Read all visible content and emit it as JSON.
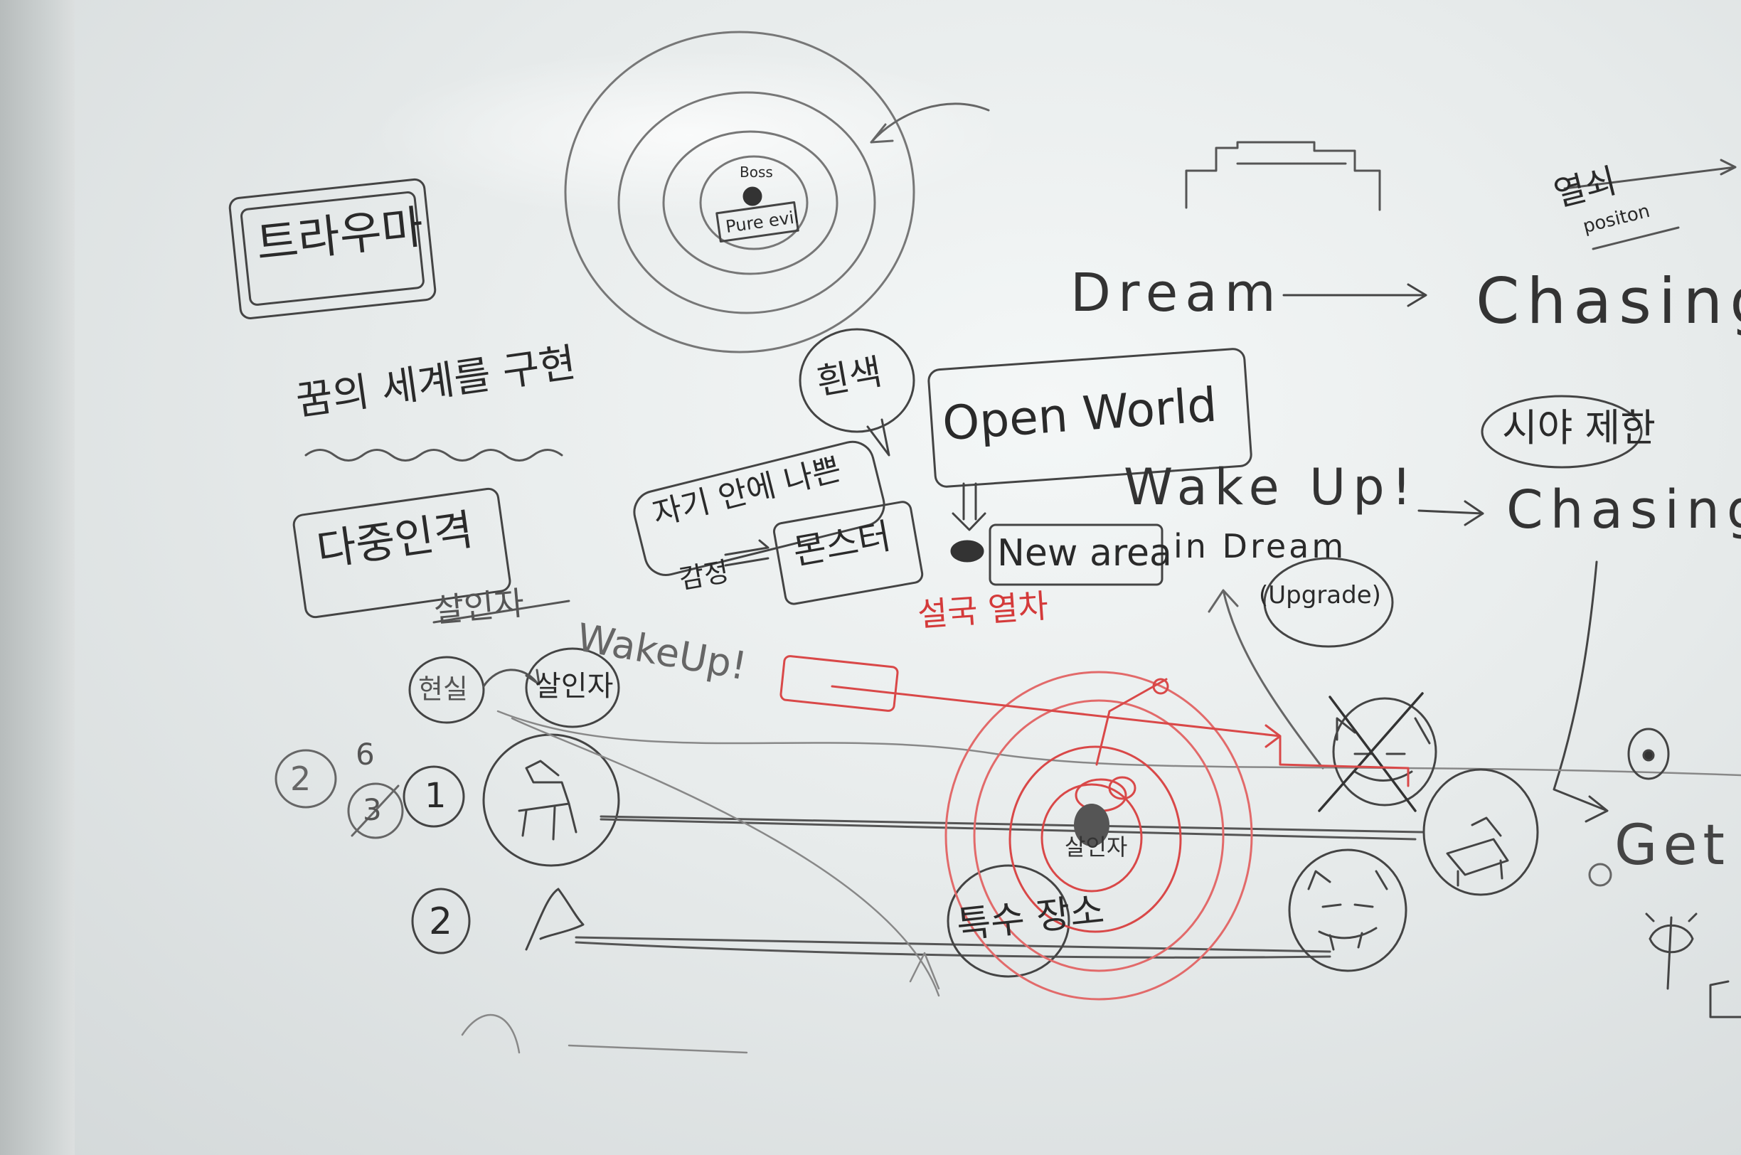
{
  "labels": {
    "trauma": "트라우마",
    "dream_world": "꿈의 세계를 구현",
    "multiple_personality": "다중인격",
    "murderer_struck": "살인자",
    "reality": "현실",
    "murderer": "살인자",
    "wake_up_left": "WakeUp!",
    "boss": "Boss",
    "pure_evil": "Pure evil",
    "white": "흰색",
    "bad_self": "자기 안에 나쁜",
    "emotion": "감정",
    "monster": "몬스터",
    "open_world": "Open World",
    "wake_up": "Wake Up!",
    "new_area": "New area",
    "in_dream": "in Dream",
    "upgrade": "(Upgrade)",
    "red_note": "설국 열차",
    "dream": "Dream",
    "chasing_top": "Chasing",
    "chasing_mid": "Chasing",
    "view_limit": "시야 제한",
    "potion_kr": "열쇠",
    "potion": "positon",
    "get": "Get",
    "special_place": "특수 장소",
    "center_murderer": "살인자",
    "num_1": "1",
    "num_2": "2",
    "num_2b": "2",
    "num_3": "3",
    "num_6": "6"
  }
}
